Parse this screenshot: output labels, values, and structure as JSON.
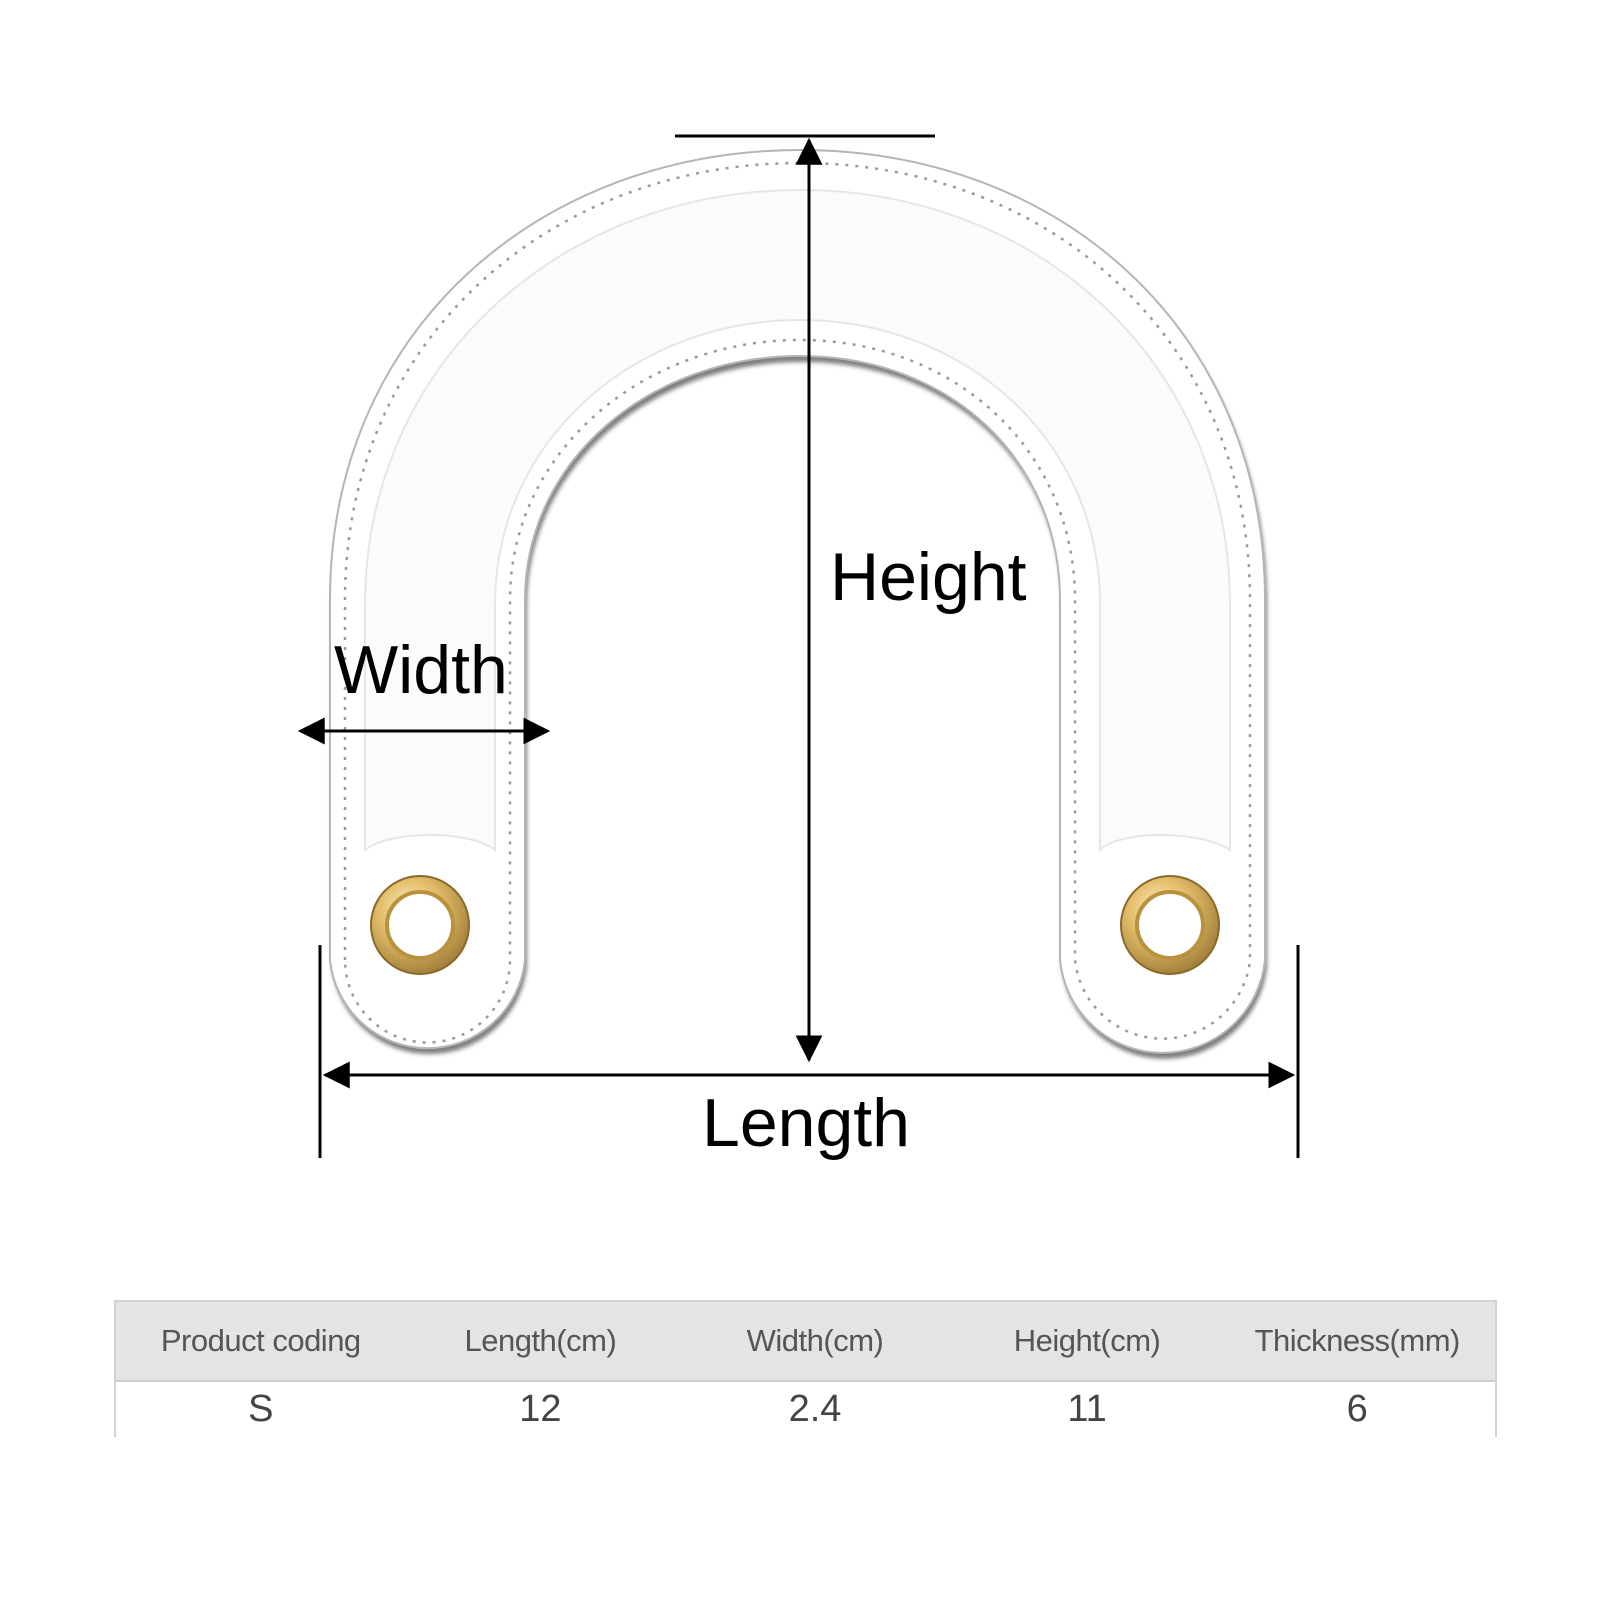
{
  "dimension_labels": {
    "height": "Height",
    "width": "Width",
    "length": "Length"
  },
  "colors": {
    "leather": "#ffffff",
    "leather_edge": "#8a8a8a",
    "stitch": "#9a9a9a",
    "grommet_gold": "#d9b25e",
    "grommet_dark": "#9c7a35",
    "dimension_line": "#000000",
    "table_header_bg": "#e4e4e4",
    "table_border": "#d2d2d2",
    "table_text": "#555555"
  },
  "spec_table": {
    "headers": [
      "Product coding",
      "Length(cm)",
      "Width(cm)",
      "Height(cm)",
      "Thickness(mm)"
    ],
    "rows": [
      [
        "S",
        "12",
        "2.4",
        "11",
        "6"
      ]
    ]
  }
}
